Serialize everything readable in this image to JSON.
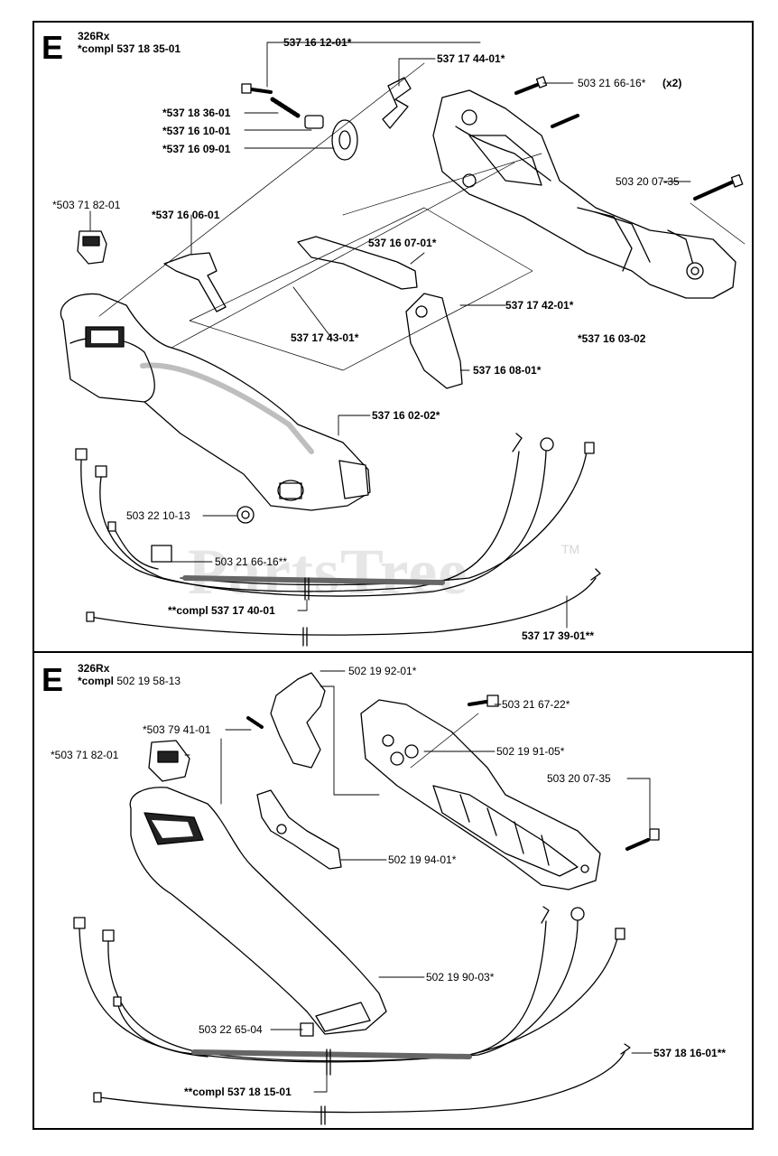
{
  "watermark": {
    "text": "PartsTree",
    "tm": "TM"
  },
  "sections": [
    {
      "letter": "E",
      "model": "326Rx",
      "compl_prefix": "*compl",
      "compl_number": "537 18 35-01",
      "labels": [
        "537 16 12-01*",
        "537 17 44-01*",
        "503 21 66-16*",
        "(x2)",
        "*537 18 36-01",
        "*537 16 10-01",
        "*537 16 09-01",
        "503 20 07-35",
        "*503 71 82-01",
        "*537 16 06-01",
        "537 16 07-01*",
        "537 17 42-01*",
        "537 17 43-01*",
        "*537 16 03-02",
        "537 16 08-01*",
        "537 16 02-02*",
        "503 22 10-13",
        "503 21 66-16**",
        "**compl 537 17 40-01",
        "537 17 39-01**"
      ]
    },
    {
      "letter": "E",
      "model": "326Rx",
      "compl_prefix": "*compl",
      "compl_number": "502 19 58-13",
      "labels": [
        "502 19 92-01*",
        "503 21 67-22*",
        "*503 79 41-01",
        "502 19 91-05*",
        "*503 71 82-01",
        "503 20 07-35",
        "502 19 94-01*",
        "502 19 90-03*",
        "503 22 65-04",
        "537 18 16-01**",
        "**compl 537 18 15-01"
      ]
    }
  ]
}
